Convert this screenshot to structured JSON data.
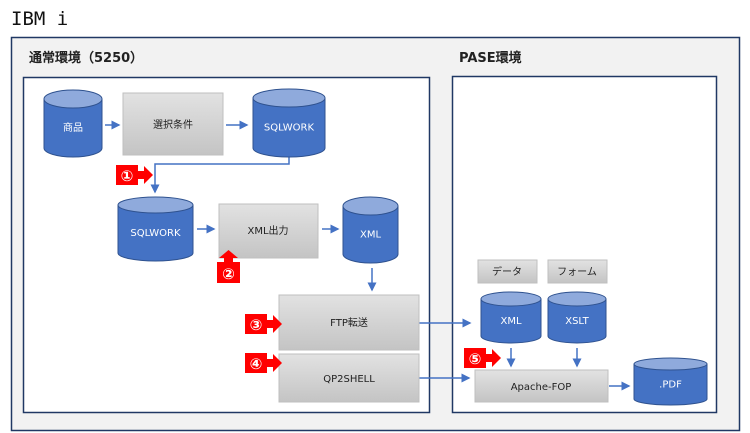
{
  "title": "IBM i",
  "environments": {
    "normal": {
      "label": "通常環境（5250）"
    },
    "pase": {
      "label": "PASE環境"
    }
  },
  "nodes": {
    "shohin": {
      "label": "商品",
      "kind": "database"
    },
    "select_condition": {
      "label": "選択条件",
      "kind": "process"
    },
    "sqlwork1": {
      "label": "SQLWORK",
      "kind": "database"
    },
    "sqlwork2": {
      "label": "SQLWORK",
      "kind": "database"
    },
    "xml_output": {
      "label": "XML出力",
      "kind": "process"
    },
    "xml1": {
      "label": "XML",
      "kind": "database"
    },
    "ftp": {
      "label": "FTP転送",
      "kind": "process"
    },
    "qp2shell": {
      "label": "QP2SHELL",
      "kind": "process"
    },
    "data_label": {
      "label": "データ",
      "kind": "label"
    },
    "form_label": {
      "label": "フォーム",
      "kind": "label"
    },
    "xml2": {
      "label": "XML",
      "kind": "database"
    },
    "xslt": {
      "label": "XSLT",
      "kind": "database"
    },
    "fop": {
      "label": "Apache-FOP",
      "kind": "process"
    },
    "pdf": {
      "label": ".PDF",
      "kind": "database"
    }
  },
  "markers": [
    {
      "label": "①",
      "direction": "right"
    },
    {
      "label": "②",
      "direction": "up"
    },
    {
      "label": "③",
      "direction": "right"
    },
    {
      "label": "④",
      "direction": "right"
    },
    {
      "label": "⑤",
      "direction": "right"
    }
  ],
  "colors": {
    "cylinder_fill": "#4472c4",
    "cylinder_top": "#8faadc",
    "cylinder_stroke": "#2f528f",
    "process_fill": "#d0d0d0",
    "arrow": "#4472c4",
    "marker": "#ff0000",
    "frame_border": "#203864",
    "frame_fill": "#f2f2f2"
  }
}
